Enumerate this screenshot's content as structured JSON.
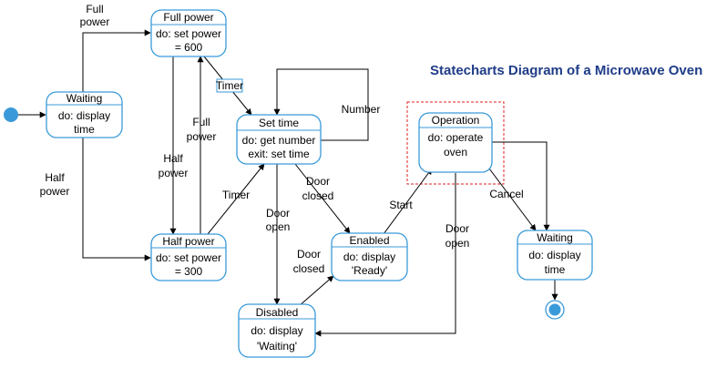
{
  "title": "Statecharts Diagram of a Microwave Oven",
  "colors": {
    "state_border": "#3a9ad9",
    "initial": "#3a9ad9",
    "title": "#1f3c88",
    "highlight": "#e02020"
  },
  "states": {
    "waiting1": {
      "name": "Waiting",
      "body": [
        "do: display",
        "time"
      ]
    },
    "full_power": {
      "name": "Full power",
      "body": [
        "do: set power",
        "= 600"
      ]
    },
    "half_power": {
      "name": "Half power",
      "body": [
        "do: set power",
        "= 300"
      ]
    },
    "set_time": {
      "name": "Set time",
      "body": [
        "do: get number",
        "exit: set time"
      ]
    },
    "enabled": {
      "name": "Enabled",
      "body": [
        "do: display",
        "'Ready'"
      ]
    },
    "disabled": {
      "name": "Disabled",
      "body": [
        "do: display",
        "'Waiting'"
      ]
    },
    "operation": {
      "name": "Operation",
      "body": [
        "do: operate",
        "oven"
      ]
    },
    "waiting2": {
      "name": "Waiting",
      "body": [
        "do: display",
        "time"
      ]
    }
  },
  "labels": {
    "full_power_top": [
      "Full",
      "power"
    ],
    "half_power_left": [
      "Half",
      "power"
    ],
    "half_power_mid": [
      "Half",
      "power"
    ],
    "full_power_mid": [
      "Full",
      "power"
    ],
    "timer_top": "Timer",
    "timer_bottom": "Timer",
    "number": "Number",
    "door_open_left": [
      "Door",
      "open"
    ],
    "door_closed_right": [
      "Door",
      "closed"
    ],
    "door_closed_left": [
      "Door",
      "closed"
    ],
    "start": "Start",
    "door_open_right": [
      "Door",
      "open"
    ],
    "cancel": "Cancel"
  }
}
